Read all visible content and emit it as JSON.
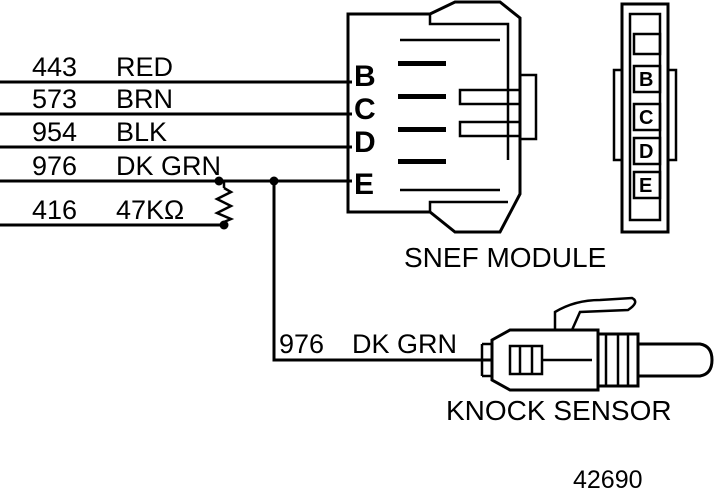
{
  "wires": [
    {
      "circuit": "443",
      "color": "RED"
    },
    {
      "circuit": "573",
      "color": "BRN"
    },
    {
      "circuit": "954",
      "color": "BLK"
    },
    {
      "circuit": "976",
      "color": "DK GRN"
    },
    {
      "circuit": "416",
      "color": "47KΩ"
    }
  ],
  "module": {
    "pins": [
      "B",
      "C",
      "D",
      "E"
    ],
    "label": "SNEF MODULE"
  },
  "end_view_pins": [
    "B",
    "C",
    "D",
    "E"
  ],
  "sensor": {
    "wire_circuit": "976",
    "wire_color": "DK GRN",
    "label": "KNOCK SENSOR"
  },
  "figure_number": "42690"
}
